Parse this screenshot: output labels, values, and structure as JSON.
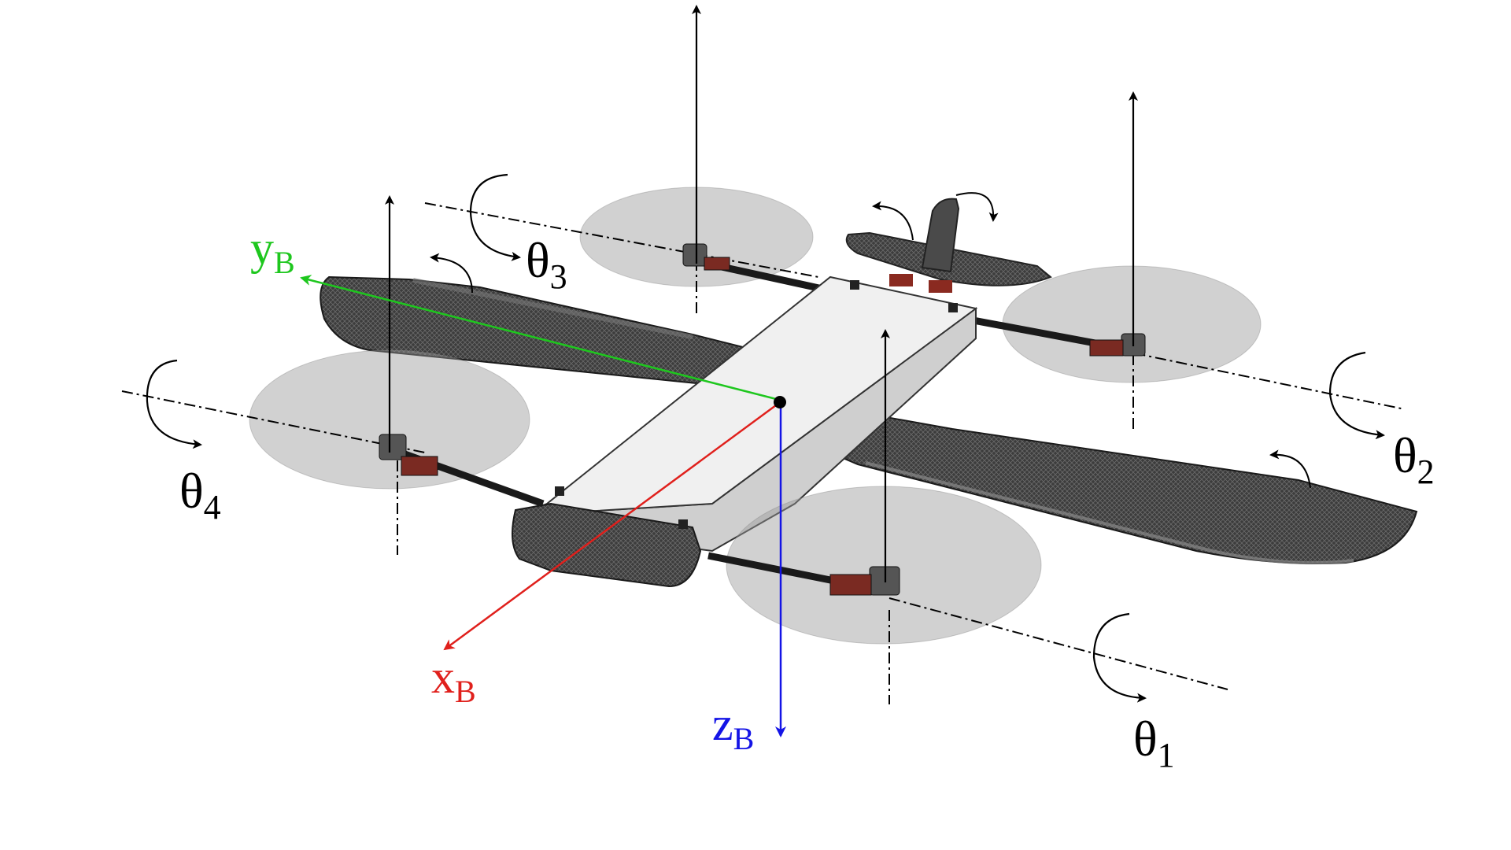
{
  "figure": {
    "axes": {
      "x": {
        "label": "x",
        "subscript": "B",
        "color": "#e0201c"
      },
      "y": {
        "label": "y",
        "subscript": "B",
        "color": "#1ec71e"
      },
      "z": {
        "label": "z",
        "subscript": "B",
        "color": "#1414e6"
      }
    },
    "rotor_angles": [
      {
        "symbol": "θ",
        "index": "1"
      },
      {
        "symbol": "θ",
        "index": "2"
      },
      {
        "symbol": "θ",
        "index": "3"
      },
      {
        "symbol": "θ",
        "index": "4"
      }
    ],
    "colors": {
      "body": "#ededed",
      "carbon": "#3a3a3a",
      "rotor_disk": "#9a9a9a",
      "motor_mount": "#7a2a22",
      "line": "#000000"
    }
  }
}
